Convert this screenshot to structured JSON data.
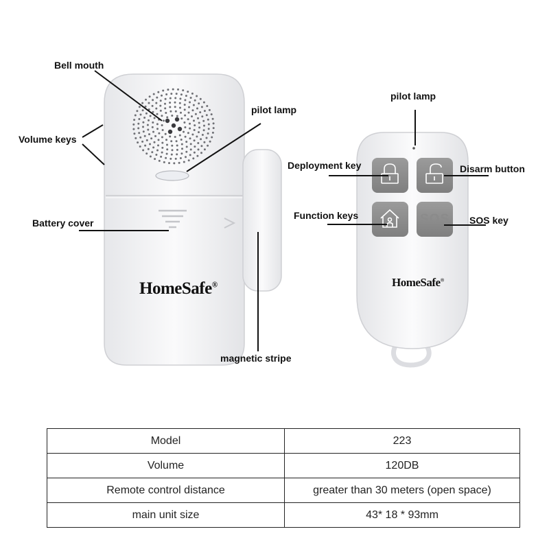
{
  "brand": {
    "logo_text": "HomeSafe",
    "registered_mark": "®"
  },
  "main_unit": {
    "callouts": {
      "bell_mouth": "Bell mouth",
      "volume_keys": "Volume keys",
      "pilot_lamp": "pilot lamp",
      "battery_cover": "Battery cover",
      "magnetic_stripe": "magnetic stripe"
    }
  },
  "remote": {
    "callouts": {
      "pilot_lamp": "pilot lamp",
      "deployment_key": "Deployment key",
      "disarm_button": "Disarm button",
      "function_keys": "Function keys",
      "sos_key": "SOS key"
    },
    "buttons": {
      "deployment": "lock-closed-icon",
      "disarm": "lock-open-icon",
      "function": "home-icon",
      "sos": "SOS"
    }
  },
  "specs": [
    {
      "key": "Model",
      "value": "223"
    },
    {
      "key": "Volume",
      "value": "120DB"
    },
    {
      "key": "Remote control distance",
      "value": "greater than 30 meters (open space)"
    },
    {
      "key": "main unit size",
      "value": "43* 18 * 93mm"
    }
  ],
  "colors": {
    "device_body": "#f4f4f6",
    "button_grey": "#8e8e8e",
    "leader_line": "#111111"
  }
}
